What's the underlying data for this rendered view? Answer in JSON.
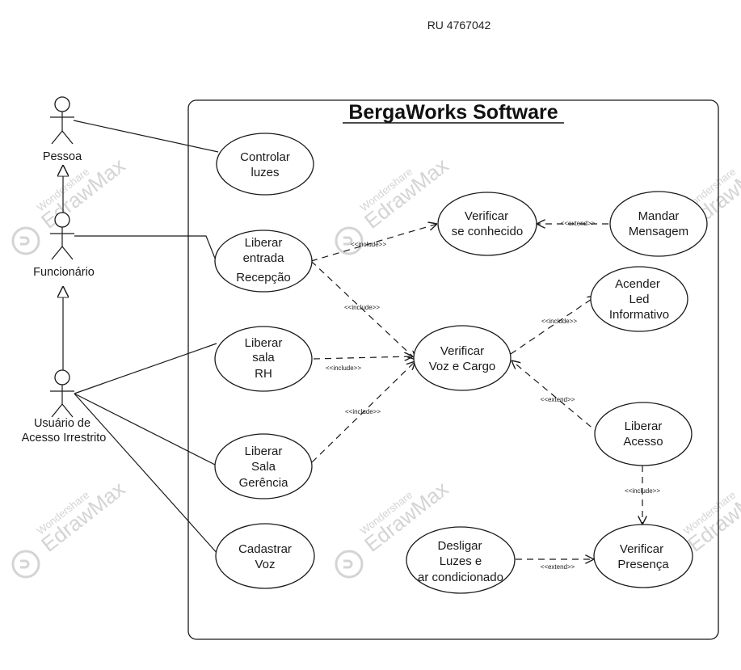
{
  "header": {
    "ru": "RU 4767042"
  },
  "system": {
    "title": "BergaWorks Software"
  },
  "actors": {
    "pessoa": "Pessoa",
    "funcionario": "Funcionário",
    "irrestrito_line1": "Usuário de",
    "irrestrito_line2": "Acesso Irrestrito"
  },
  "use_cases": {
    "controlar_luzes": [
      "Controlar",
      "luzes"
    ],
    "liberar_recepcao": [
      "Liberar",
      "entrada",
      "Recepção"
    ],
    "liberar_rh": [
      "Liberar",
      "sala",
      "RH"
    ],
    "liberar_gerencia": [
      "Liberar",
      "Sala",
      "Gerência"
    ],
    "cadastrar_voz": [
      "Cadastrar",
      "Voz"
    ],
    "verificar_conhecido": [
      "Verificar",
      "se conhecido"
    ],
    "mandar_mensagem": [
      "Mandar",
      "Mensagem"
    ],
    "verificar_voz_cargo": [
      "Verificar",
      "Voz e Cargo"
    ],
    "acender_led": [
      "Acender",
      "Led",
      "Informativo"
    ],
    "liberar_acesso": [
      "Liberar",
      "Acesso"
    ],
    "verificar_presenca": [
      "Verificar",
      "Presença"
    ],
    "desligar_luzes": [
      "Desligar",
      "Luzes e",
      "ar condicionado"
    ]
  },
  "relations": {
    "include": "<<include>>",
    "extend": "<<extend>>"
  },
  "watermark": {
    "brand_small": "Wondershare",
    "brand_large": "EdrawMax"
  },
  "colors": {
    "line": "#1a1a1a",
    "watermark": "#d4d4d4",
    "background": "#ffffff"
  }
}
